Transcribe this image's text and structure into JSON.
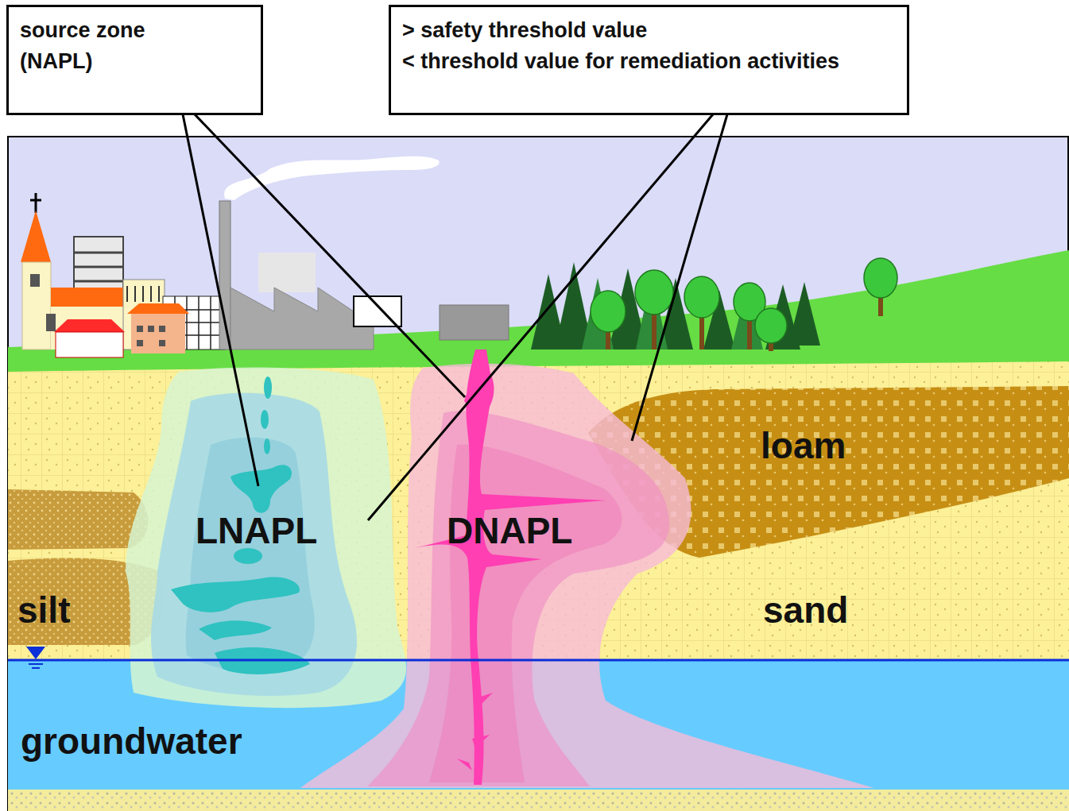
{
  "diagram": {
    "nodes": [
      {
        "text": [
          "source zone (NAPL)"
        ]
      },
      {
        "text": [
          "> safety threshold value",
          "< threshold value for remediation activities"
        ]
      }
    ],
    "labels": [
      "loam",
      "LNAPL",
      "DNAPL",
      "silt",
      "sand",
      "groundwater"
    ]
  }
}
